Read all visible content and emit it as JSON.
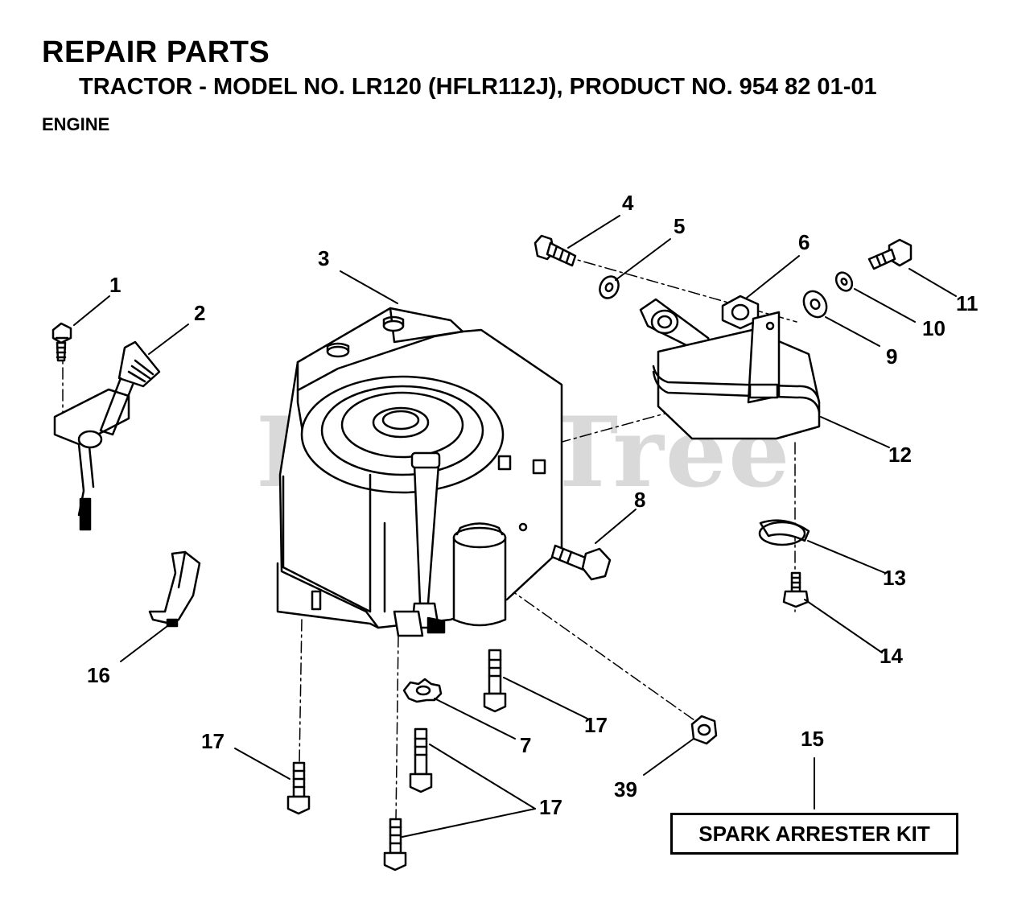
{
  "header": {
    "title": "REPAIR PARTS",
    "subtitle": "TRACTOR - MODEL NO. LR120 (HFLR112J), PRODUCT NO. 954 82 01-01",
    "section": "ENGINE"
  },
  "watermark": "PartsTree",
  "callouts": [
    "1",
    "2",
    "3",
    "4",
    "5",
    "6",
    "8",
    "9",
    "10",
    "11",
    "12",
    "13",
    "14",
    "15",
    "16",
    "7",
    "17",
    "39"
  ],
  "kit_label": "SPARK ARRESTER KIT"
}
